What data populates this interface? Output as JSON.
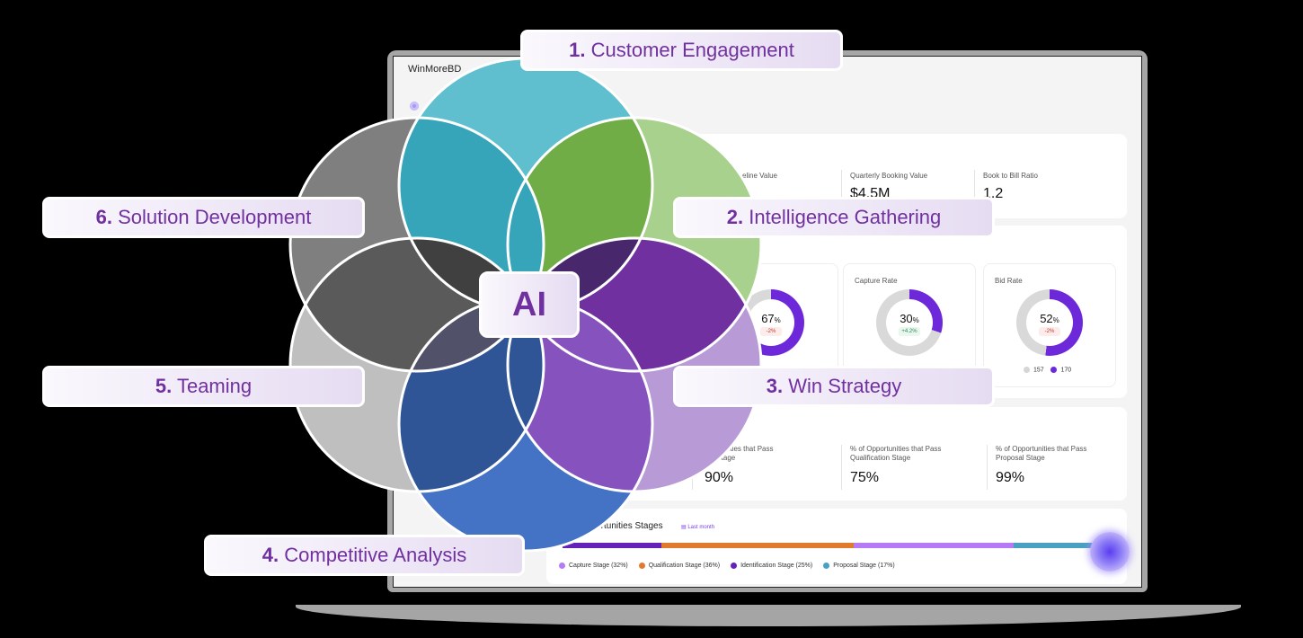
{
  "diagram": {
    "center_label": "AI",
    "petals": [
      {
        "num": "1.",
        "label": "Customer Engagement",
        "color": "#5fbfce"
      },
      {
        "num": "2.",
        "label": "Intelligence Gathering",
        "color": "#a9d18e"
      },
      {
        "num": "3.",
        "label": "Win Strategy",
        "color": "#b89bd6"
      },
      {
        "num": "4.",
        "label": "Competitive Analysis",
        "color": "#4472c4"
      },
      {
        "num": "5.",
        "label": "Teaming",
        "color": "#bfbfbf"
      },
      {
        "num": "6.",
        "label": "Solution Development",
        "color": "#7f7f7f"
      }
    ],
    "label_color": "#7030a0"
  },
  "dashboard": {
    "app_name": "WinMoreBD",
    "kpis": [
      {
        "label": "Pipeline Value",
        "visible_label": "eline Value",
        "value": ""
      },
      {
        "label": "Quarterly Booking Value",
        "value": "$4.5M"
      },
      {
        "label": "Book to Bill Ratio",
        "value": "1.2"
      }
    ],
    "rates": [
      {
        "title": "",
        "value": "67",
        "unit": "%",
        "delta": "-2%",
        "delta_type": "neg",
        "fill": 67
      },
      {
        "title": "Capture Rate",
        "value": "30",
        "unit": "%",
        "delta": "+4.2%",
        "delta_type": "pos",
        "fill": 30
      },
      {
        "title": "Bid Rate",
        "value": "52",
        "unit": "%",
        "delta": "-2%",
        "delta_type": "neg",
        "fill": 52,
        "legend": [
          "157",
          "170"
        ]
      }
    ],
    "pass_rates": [
      {
        "label_line1": "% of Opportunities that Pass",
        "label_line2": "Capture Stage",
        "visible_line1": "portunities that Pass",
        "visible_line2": "re Stage",
        "value": "90%"
      },
      {
        "label_line1": "% of Opportunities that Pass",
        "label_line2": "Qualification Stage",
        "value": "75%"
      },
      {
        "label_line1": "% of Opportunities that Pass",
        "label_line2": "Proposal Stage",
        "value": "99%"
      }
    ],
    "stages": {
      "title": "pportunities Stages",
      "chip": "Last month",
      "legend": [
        {
          "label": "Capture Stage (32%)",
          "color": "#b57bf7"
        },
        {
          "label": "Qualification Stage (36%)",
          "color": "#e07b2e"
        },
        {
          "label": "Identification Stage (25%)",
          "color": "#6522b8"
        },
        {
          "label": "Proposal Stage (17%)",
          "color": "#4aa0c0"
        }
      ]
    },
    "accent": "#6d28d9"
  }
}
